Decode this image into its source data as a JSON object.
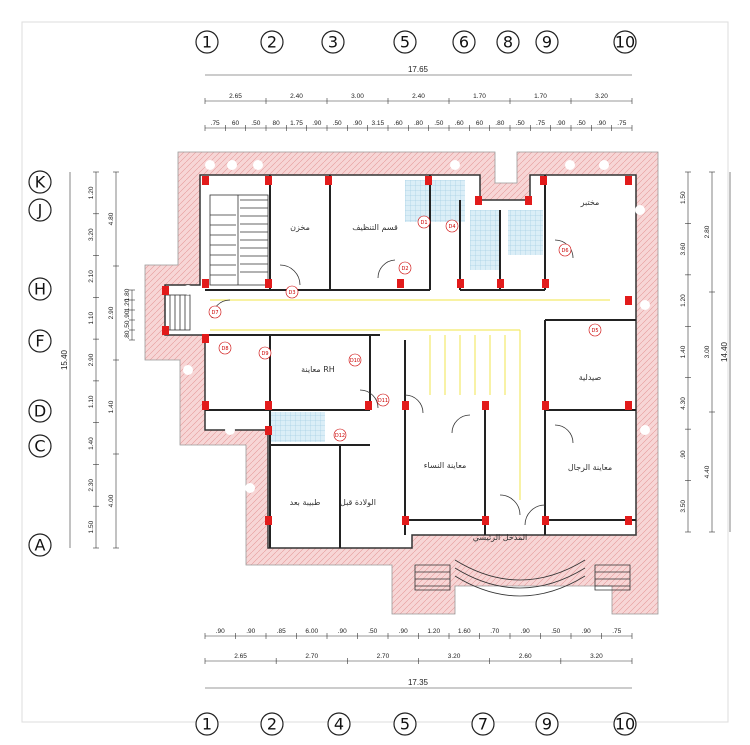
{
  "grid_top": [
    "1",
    "2",
    "3",
    "5",
    "6",
    "8",
    "9",
    "10"
  ],
  "grid_bottom": [
    "1",
    "2",
    "4",
    "5",
    "7",
    "9",
    "10"
  ],
  "grid_left": [
    "K",
    "J",
    "H",
    "F",
    "D",
    "C",
    "A"
  ],
  "top_total": "17.65",
  "top_row1": [
    "2.65",
    "2.40",
    "3.00",
    "2.40",
    "1.70",
    "1.70",
    "3.20"
  ],
  "top_row2": [
    ".75",
    "60",
    ".50",
    "80",
    "1.75",
    ".90",
    ".50",
    ".90",
    "3.15",
    ".60",
    ".80",
    ".50",
    ".60",
    "60",
    ".80",
    ".50",
    ".75",
    ".90",
    ".50",
    ".90",
    ".75"
  ],
  "bottom_total": "17.35",
  "bottom_row1": [
    ".90",
    ".90",
    ".85",
    "6.00",
    ".90",
    ".50",
    ".90",
    "1.20",
    "1.60",
    ".70",
    ".90",
    ".50",
    ".90",
    ".75"
  ],
  "bottom_row2": [
    "2.65",
    "2.70",
    "2.70",
    "3.20",
    "2.60",
    "3.20"
  ],
  "left_total": "15.40",
  "left_row1": [
    "4.80",
    "2.90",
    "1.40",
    "4.00"
  ],
  "left_row2": [
    "1.20",
    "3.20",
    "2.10",
    "1.10",
    "2.90",
    "1.10",
    "1.40",
    "2.30",
    "1.50"
  ],
  "left_small": [
    "1.80",
    "1.20",
    ".90",
    ".50",
    ".80"
  ],
  "right_total": "14.40",
  "right_row1": [
    "2.80",
    "3.00",
    "4.40"
  ],
  "right_row2": [
    "1.50",
    "3.60",
    "1.20",
    "1.40",
    "4.30",
    ".90",
    "3.50"
  ],
  "rooms": {
    "storage": "مخزن",
    "cleaning": "قسم التنظيف",
    "lab": "مختبر",
    "hr_exam": "معاينة RH",
    "pharmacy": "صيدلية",
    "women_exam": "معاينة النساء",
    "men_exam": "معاينة الرجال",
    "doctor": "طبيبة بعد",
    "delivery": "الولادة قبل",
    "main_entrance": "المدخل الرئيسي"
  },
  "doors": [
    "D1",
    "D2",
    "D3",
    "D4",
    "D5",
    "D6",
    "D7",
    "D8",
    "D9",
    "D10",
    "D11",
    "D12"
  ],
  "colors": {
    "wall_band": "#f3c9c9",
    "column": "#e21b1b",
    "tile": "#cfe4f0",
    "corridor_line": "#f3ea6a",
    "line": "#222222"
  }
}
